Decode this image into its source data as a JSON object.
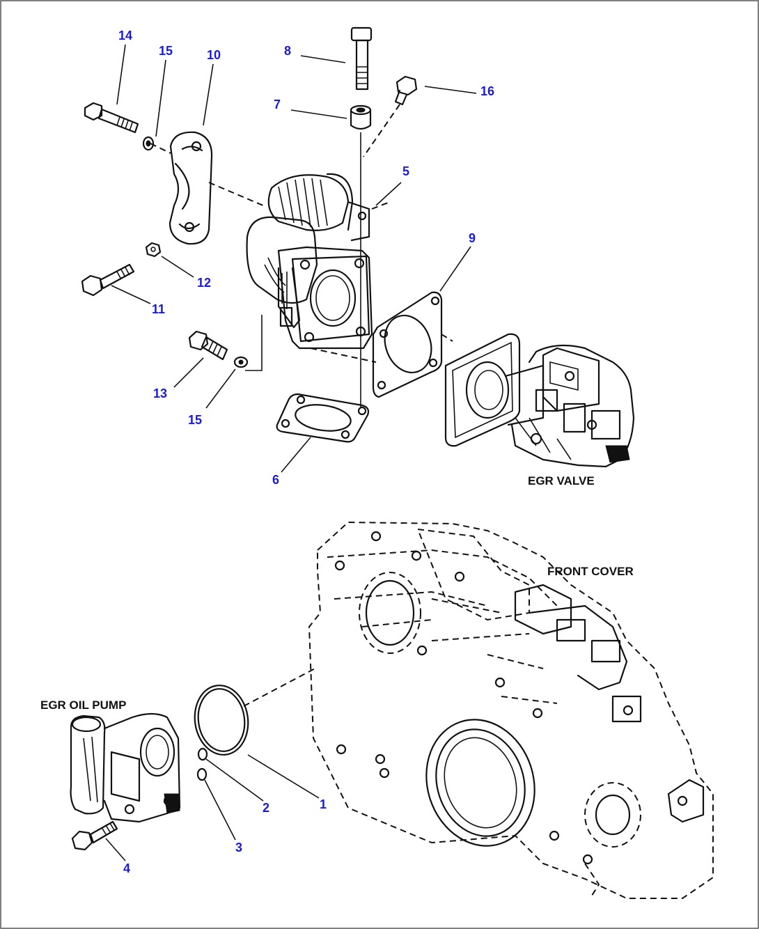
{
  "diagram": {
    "callouts": [
      {
        "id": "14",
        "label": "14"
      },
      {
        "id": "15a",
        "label": "15"
      },
      {
        "id": "10",
        "label": "10"
      },
      {
        "id": "8",
        "label": "8"
      },
      {
        "id": "7",
        "label": "7"
      },
      {
        "id": "16",
        "label": "16"
      },
      {
        "id": "5",
        "label": "5"
      },
      {
        "id": "9",
        "label": "9"
      },
      {
        "id": "12",
        "label": "12"
      },
      {
        "id": "11",
        "label": "11"
      },
      {
        "id": "13",
        "label": "13"
      },
      {
        "id": "15b",
        "label": "15"
      },
      {
        "id": "6",
        "label": "6"
      },
      {
        "id": "1",
        "label": "1"
      },
      {
        "id": "2",
        "label": "2"
      },
      {
        "id": "3",
        "label": "3"
      },
      {
        "id": "4",
        "label": "4"
      }
    ],
    "captions": {
      "egr_valve": "EGR VALVE",
      "front_cover": "FRONT COVER",
      "egr_oil_pump": "EGR OIL PUMP"
    },
    "colors": {
      "callout": "#1a1adb",
      "ink": "#111111",
      "background": "#ffffff"
    }
  }
}
